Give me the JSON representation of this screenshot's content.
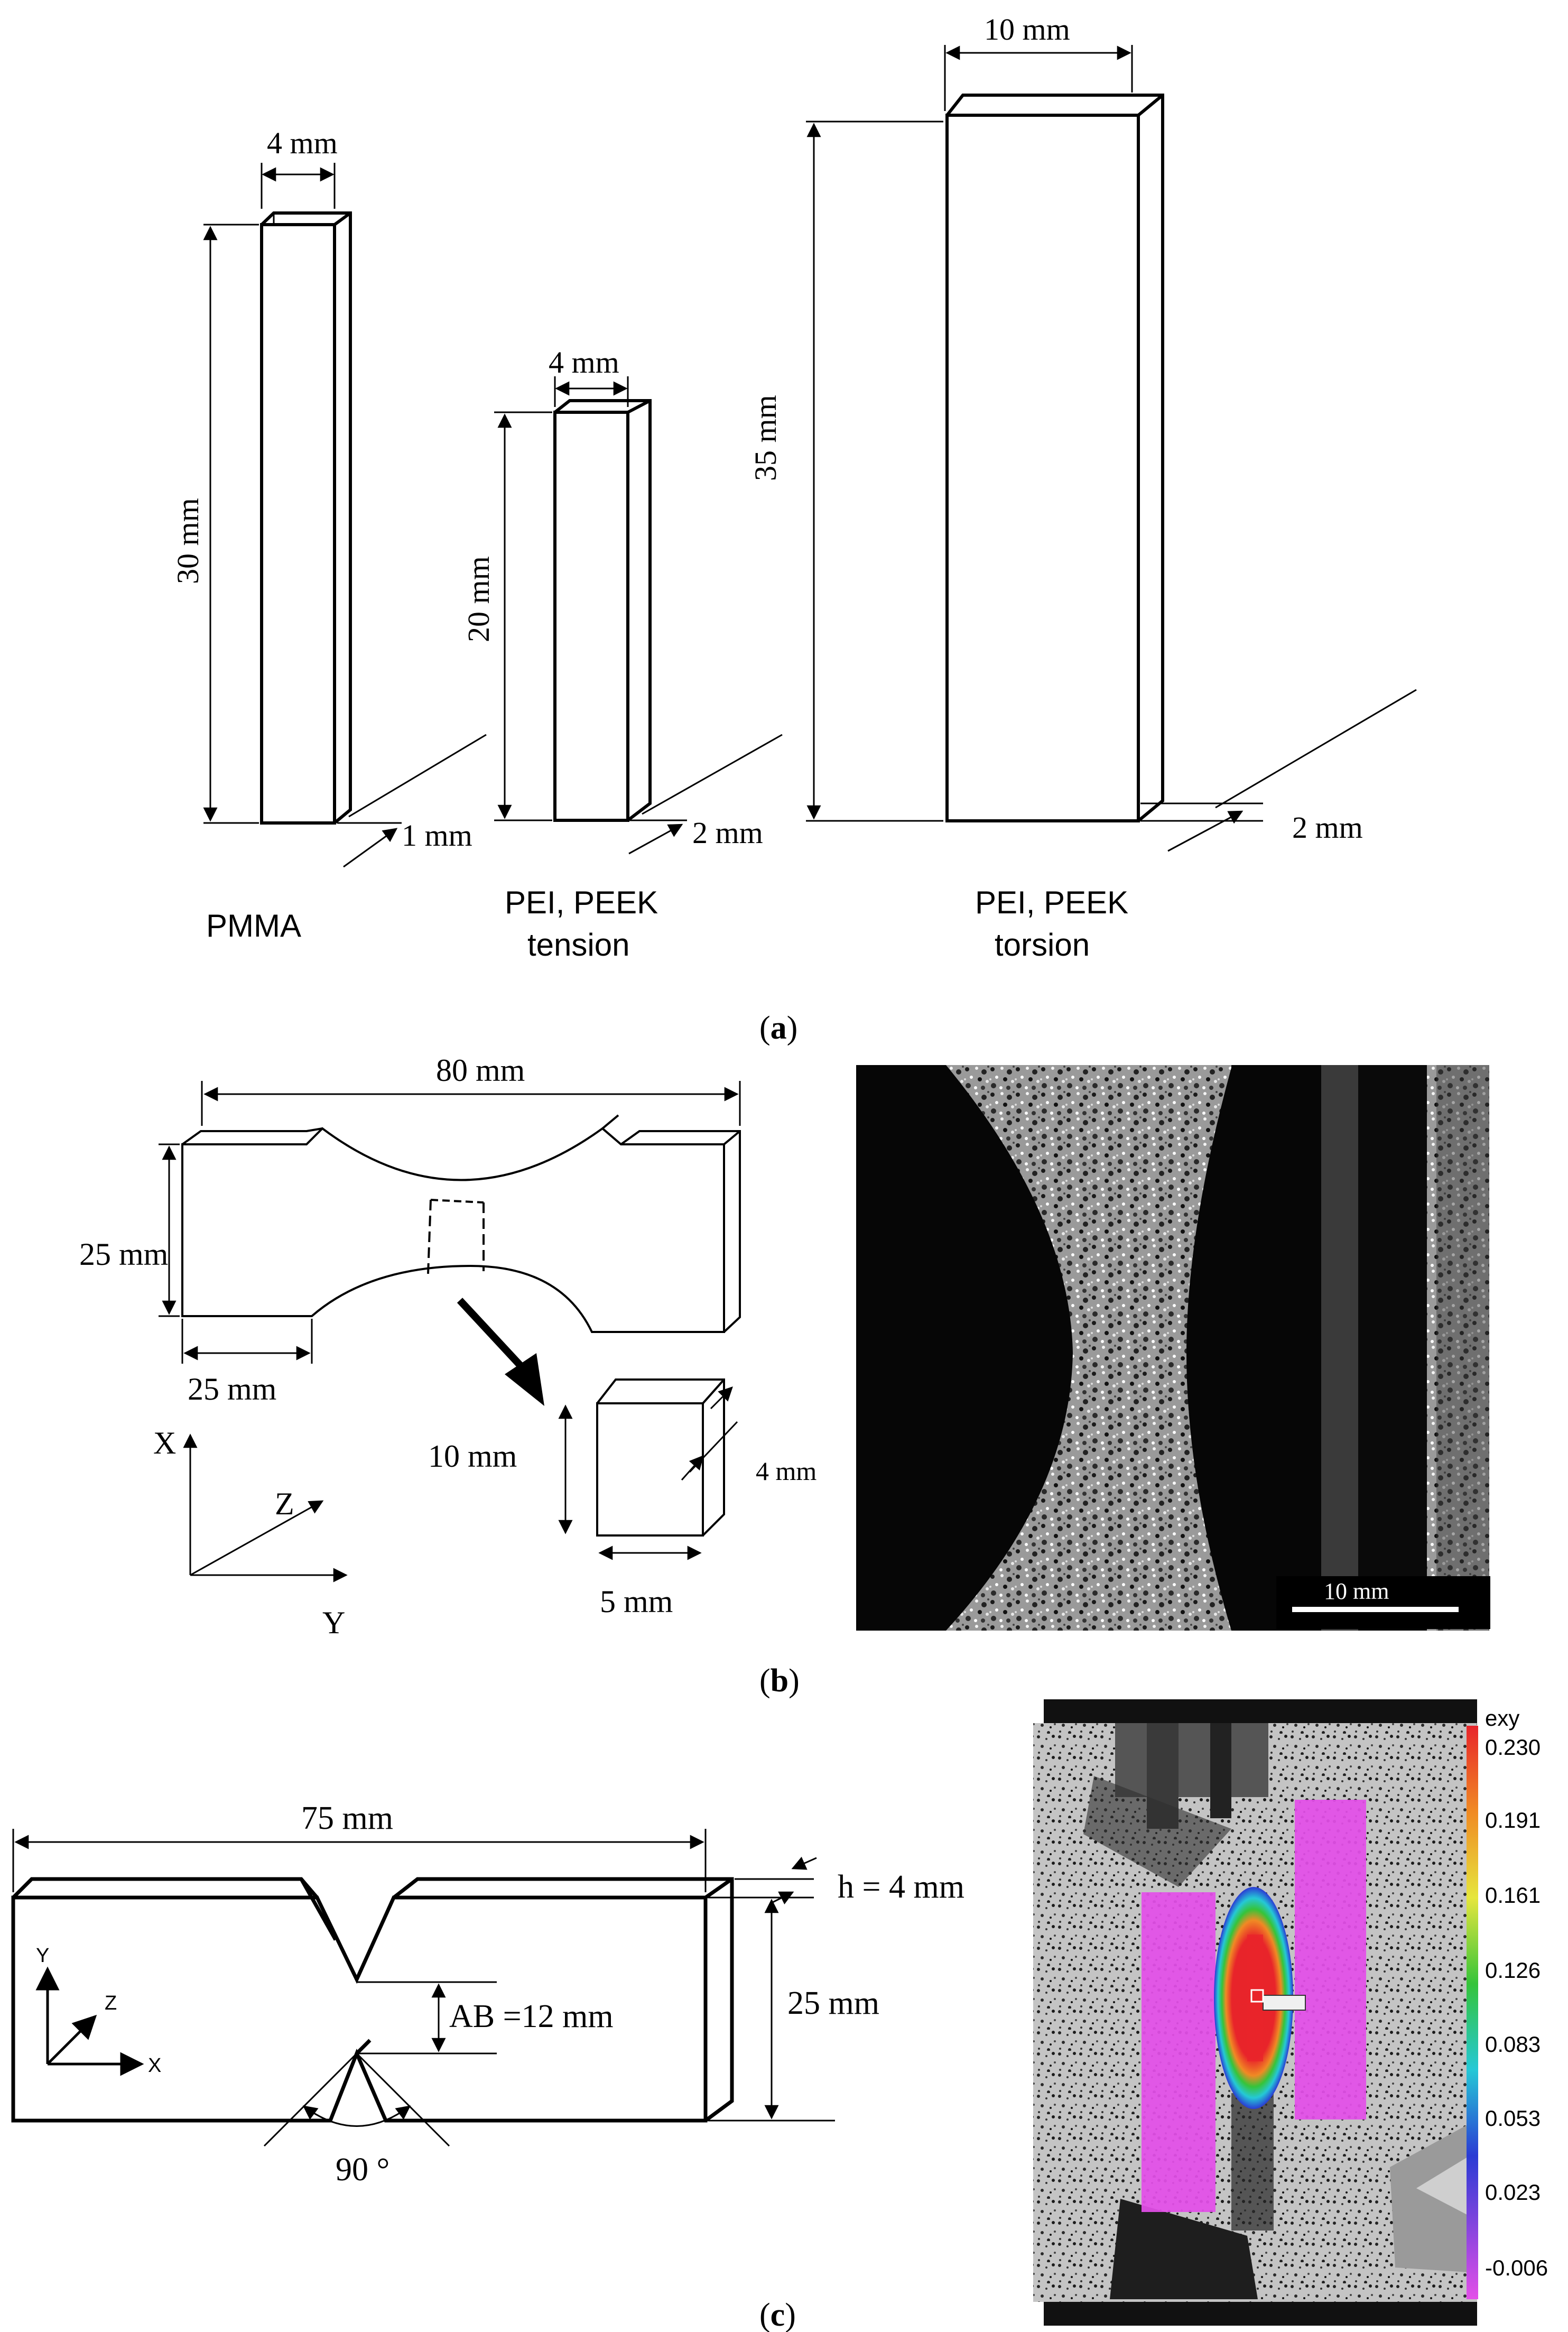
{
  "panel_a": {
    "caption_open": "(",
    "caption_letter": "a",
    "caption_close": ")",
    "pmma": {
      "width": "4 mm",
      "height": "30 mm",
      "thickness": "1 mm",
      "label": "PMMA"
    },
    "tension": {
      "width": "4 mm",
      "height": "20 mm",
      "thickness": "2 mm",
      "label_line1": "PEI, PEEK",
      "label_line2": "tension"
    },
    "torsion": {
      "width": "10 mm",
      "height": "35 mm",
      "thickness": "2 mm",
      "label_line1": "PEI, PEEK",
      "label_line2": "torsion"
    }
  },
  "panel_b": {
    "caption_open": "(",
    "caption_letter": "b",
    "caption_close": ")",
    "length": "80 mm",
    "height": "25 mm",
    "grip": "25 mm",
    "gauge_height": "10 mm",
    "gauge_width": "5 mm",
    "gauge_thickness": "4 mm",
    "axis_x": "X",
    "axis_y": "Y",
    "axis_z": "Z",
    "scale_bar": "10 mm"
  },
  "panel_c": {
    "caption_open": "(",
    "caption_letter": "c",
    "caption_close": ")",
    "length": "75 mm",
    "thickness": "h = 4 mm",
    "height": "25 mm",
    "ab": "AB =12 mm",
    "angle": "90 °",
    "axis_x": "X",
    "axis_y": "Y",
    "axis_z": "Z",
    "colorbar_title": "exy",
    "colorbar_ticks": [
      "0.230",
      "0.191",
      "0.161",
      "0.126",
      "0.083",
      "0.053",
      "0.023",
      "-0.006"
    ],
    "colors": {
      "red": "#e8242a",
      "orange": "#f08a24",
      "yellow": "#e6e63c",
      "green": "#35c43a",
      "cyan": "#25c8d6",
      "blue": "#2a3bd4",
      "magenta": "#e34fe8"
    }
  }
}
